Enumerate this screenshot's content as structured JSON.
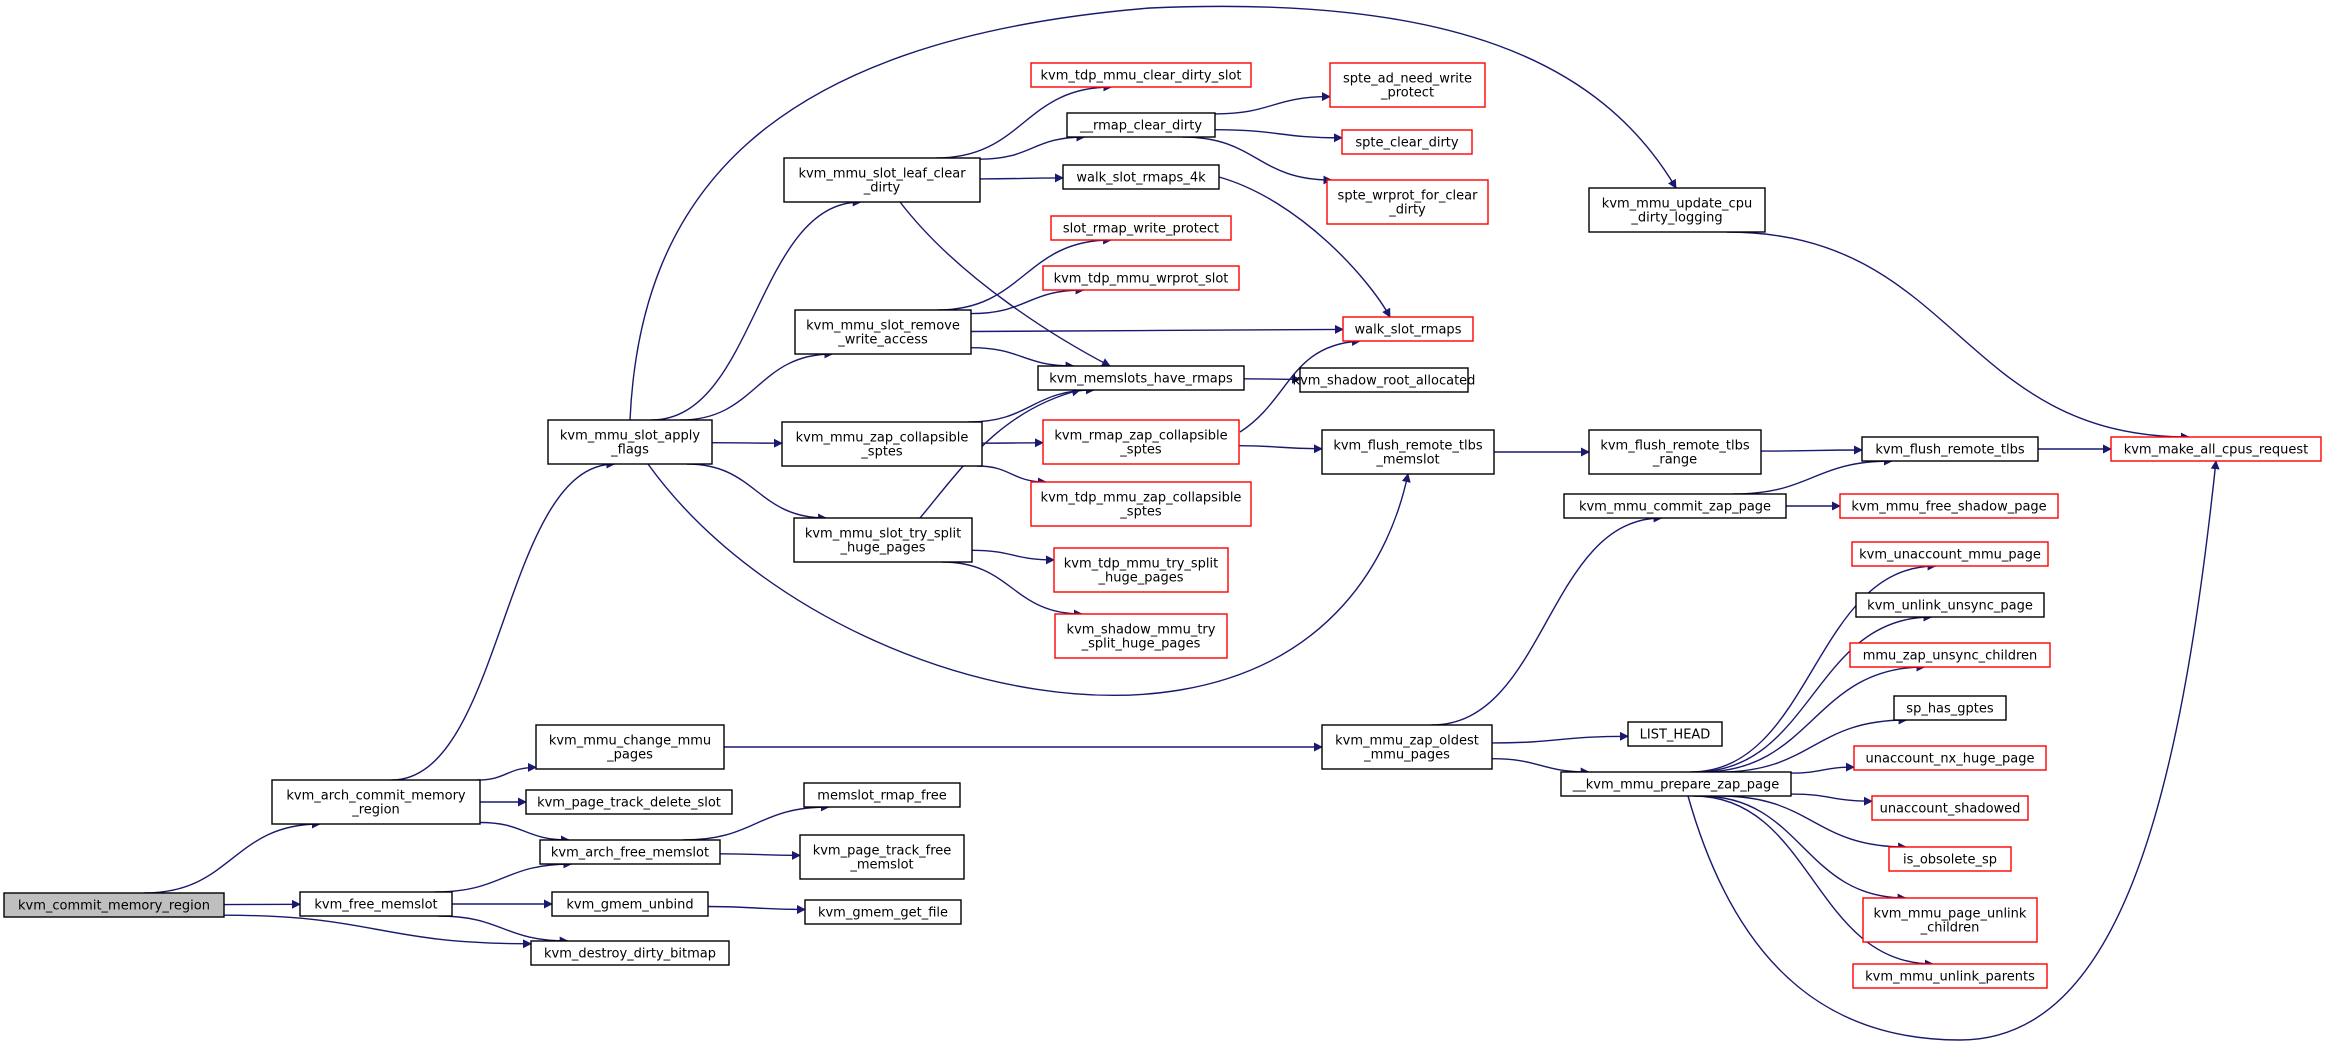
{
  "colors": {
    "edge": "#191970",
    "box_documented": "#000000",
    "box_undocumented": "#ff0000",
    "box_root_fill": "#bfbfbf",
    "background": "#ffffff"
  },
  "nodes": [
    {
      "id": "n_commit_mem_region",
      "lines": [
        "kvm_commit_memory_region"
      ],
      "style": "root"
    },
    {
      "id": "n_arch_commit",
      "lines": [
        "kvm_arch_commit_memory",
        "_region"
      ],
      "style": "black"
    },
    {
      "id": "n_free_memslot",
      "lines": [
        "kvm_free_memslot"
      ],
      "style": "black"
    },
    {
      "id": "n_slot_apply_flags",
      "lines": [
        "kvm_mmu_slot_apply",
        "_flags"
      ],
      "style": "black"
    },
    {
      "id": "n_change_mmu_pages",
      "lines": [
        "kvm_mmu_change_mmu",
        "_pages"
      ],
      "style": "black"
    },
    {
      "id": "n_page_track_delete_slot",
      "lines": [
        "kvm_page_track_delete_slot"
      ],
      "style": "black"
    },
    {
      "id": "n_arch_free_memslot",
      "lines": [
        "kvm_arch_free_memslot"
      ],
      "style": "black"
    },
    {
      "id": "n_gmem_unbind",
      "lines": [
        "kvm_gmem_unbind"
      ],
      "style": "black"
    },
    {
      "id": "n_destroy_dirty_bitmap",
      "lines": [
        "kvm_destroy_dirty_bitmap"
      ],
      "style": "black"
    },
    {
      "id": "n_slot_leaf_clear_dirty",
      "lines": [
        "kvm_mmu_slot_leaf_clear",
        "_dirty"
      ],
      "style": "black"
    },
    {
      "id": "n_slot_remove_write_access",
      "lines": [
        "kvm_mmu_slot_remove",
        "_write_access"
      ],
      "style": "black"
    },
    {
      "id": "n_zap_collapsible_sptes",
      "lines": [
        "kvm_mmu_zap_collapsible",
        "_sptes"
      ],
      "style": "black"
    },
    {
      "id": "n_slot_try_split",
      "lines": [
        "kvm_mmu_slot_try_split",
        "_huge_pages"
      ],
      "style": "black"
    },
    {
      "id": "n_memslot_rmap_free",
      "lines": [
        "memslot_rmap_free"
      ],
      "style": "black"
    },
    {
      "id": "n_page_track_free_memslot",
      "lines": [
        "kvm_page_track_free",
        "_memslot"
      ],
      "style": "black"
    },
    {
      "id": "n_gmem_get_file",
      "lines": [
        "kvm_gmem_get_file"
      ],
      "style": "black"
    },
    {
      "id": "n_tdp_clear_dirty_slot",
      "lines": [
        "kvm_tdp_mmu_clear_dirty_slot"
      ],
      "style": "red"
    },
    {
      "id": "n_rmap_clear_dirty",
      "lines": [
        "__rmap_clear_dirty"
      ],
      "style": "black"
    },
    {
      "id": "n_walk_slot_rmaps_4k",
      "lines": [
        "walk_slot_rmaps_4k"
      ],
      "style": "black"
    },
    {
      "id": "n_slot_rmap_write_protect",
      "lines": [
        "slot_rmap_write_protect"
      ],
      "style": "red"
    },
    {
      "id": "n_tdp_wrprot_slot",
      "lines": [
        "kvm_tdp_mmu_wrprot_slot"
      ],
      "style": "red"
    },
    {
      "id": "n_memslots_have_rmaps",
      "lines": [
        "kvm_memslots_have_rmaps"
      ],
      "style": "black"
    },
    {
      "id": "n_rmap_zap_collapsible",
      "lines": [
        "kvm_rmap_zap_collapsible",
        "_sptes"
      ],
      "style": "red"
    },
    {
      "id": "n_tdp_zap_collapsible",
      "lines": [
        "kvm_tdp_mmu_zap_collapsible",
        "_sptes"
      ],
      "style": "red"
    },
    {
      "id": "n_tdp_try_split",
      "lines": [
        "kvm_tdp_mmu_try_split",
        "_huge_pages"
      ],
      "style": "red"
    },
    {
      "id": "n_shadow_try_split",
      "lines": [
        "kvm_shadow_mmu_try",
        "_split_huge_pages"
      ],
      "style": "red"
    },
    {
      "id": "n_spte_ad_need_write_protect",
      "lines": [
        "spte_ad_need_write",
        "_protect"
      ],
      "style": "red"
    },
    {
      "id": "n_spte_clear_dirty",
      "lines": [
        "spte_clear_dirty"
      ],
      "style": "red"
    },
    {
      "id": "n_spte_wrprot_for_clear_dirty",
      "lines": [
        "spte_wrprot_for_clear",
        "_dirty"
      ],
      "style": "red"
    },
    {
      "id": "n_walk_slot_rmaps",
      "lines": [
        "walk_slot_rmaps"
      ],
      "style": "red"
    },
    {
      "id": "n_shadow_root_allocated",
      "lines": [
        "kvm_shadow_root_allocated"
      ],
      "style": "black"
    },
    {
      "id": "n_flush_tlbs_memslot",
      "lines": [
        "kvm_flush_remote_tlbs",
        "_memslot"
      ],
      "style": "black"
    },
    {
      "id": "n_zap_oldest_mmu_pages",
      "lines": [
        "kvm_mmu_zap_oldest",
        "_mmu_pages"
      ],
      "style": "black"
    },
    {
      "id": "n_update_cpu_dirty_logging",
      "lines": [
        "kvm_mmu_update_cpu",
        "_dirty_logging"
      ],
      "style": "black"
    },
    {
      "id": "n_flush_tlbs_range",
      "lines": [
        "kvm_flush_remote_tlbs",
        "_range"
      ],
      "style": "black"
    },
    {
      "id": "n_commit_zap_page",
      "lines": [
        "kvm_mmu_commit_zap_page"
      ],
      "style": "black"
    },
    {
      "id": "n_list_head",
      "lines": [
        "LIST_HEAD"
      ],
      "style": "black"
    },
    {
      "id": "n_prepare_zap_page",
      "lines": [
        "__kvm_mmu_prepare_zap_page"
      ],
      "style": "black"
    },
    {
      "id": "n_flush_remote_tlbs",
      "lines": [
        "kvm_flush_remote_tlbs"
      ],
      "style": "black"
    },
    {
      "id": "n_free_shadow_page",
      "lines": [
        "kvm_mmu_free_shadow_page"
      ],
      "style": "red"
    },
    {
      "id": "n_unaccount_mmu_page",
      "lines": [
        "kvm_unaccount_mmu_page"
      ],
      "style": "red"
    },
    {
      "id": "n_unlink_unsync_page",
      "lines": [
        "kvm_unlink_unsync_page"
      ],
      "style": "black"
    },
    {
      "id": "n_mmu_zap_unsync_children",
      "lines": [
        "mmu_zap_unsync_children"
      ],
      "style": "red"
    },
    {
      "id": "n_sp_has_gptes",
      "lines": [
        "sp_has_gptes"
      ],
      "style": "black"
    },
    {
      "id": "n_unaccount_nx_huge_page",
      "lines": [
        "unaccount_nx_huge_page"
      ],
      "style": "red"
    },
    {
      "id": "n_unaccount_shadowed",
      "lines": [
        "unaccount_shadowed"
      ],
      "style": "red"
    },
    {
      "id": "n_is_obsolete_sp",
      "lines": [
        "is_obsolete_sp"
      ],
      "style": "red"
    },
    {
      "id": "n_page_unlink_children",
      "lines": [
        "kvm_mmu_page_unlink",
        "_children"
      ],
      "style": "red"
    },
    {
      "id": "n_unlink_parents",
      "lines": [
        "kvm_mmu_unlink_parents"
      ],
      "style": "red"
    },
    {
      "id": "n_make_all_cpus_request",
      "lines": [
        "kvm_make_all_cpus_request"
      ],
      "style": "red"
    }
  ],
  "edges": [
    [
      "n_commit_mem_region",
      "n_arch_commit"
    ],
    [
      "n_commit_mem_region",
      "n_free_memslot"
    ],
    [
      "n_commit_mem_region",
      "n_destroy_dirty_bitmap"
    ],
    [
      "n_arch_commit",
      "n_slot_apply_flags"
    ],
    [
      "n_arch_commit",
      "n_change_mmu_pages"
    ],
    [
      "n_arch_commit",
      "n_page_track_delete_slot"
    ],
    [
      "n_arch_commit",
      "n_arch_free_memslot"
    ],
    [
      "n_free_memslot",
      "n_arch_free_memslot"
    ],
    [
      "n_free_memslot",
      "n_gmem_unbind"
    ],
    [
      "n_free_memslot",
      "n_destroy_dirty_bitmap"
    ],
    [
      "n_arch_free_memslot",
      "n_memslot_rmap_free"
    ],
    [
      "n_arch_free_memslot",
      "n_page_track_free_memslot"
    ],
    [
      "n_gmem_unbind",
      "n_gmem_get_file"
    ],
    [
      "n_change_mmu_pages",
      "n_zap_oldest_mmu_pages"
    ],
    [
      "n_slot_apply_flags",
      "n_slot_leaf_clear_dirty"
    ],
    [
      "n_slot_apply_flags",
      "n_slot_remove_write_access"
    ],
    [
      "n_slot_apply_flags",
      "n_zap_collapsible_sptes"
    ],
    [
      "n_slot_apply_flags",
      "n_slot_try_split"
    ],
    [
      "n_slot_apply_flags",
      "n_update_cpu_dirty_logging"
    ],
    [
      "n_slot_apply_flags",
      "n_flush_tlbs_memslot"
    ],
    [
      "n_slot_leaf_clear_dirty",
      "n_tdp_clear_dirty_slot"
    ],
    [
      "n_slot_leaf_clear_dirty",
      "n_rmap_clear_dirty"
    ],
    [
      "n_slot_leaf_clear_dirty",
      "n_walk_slot_rmaps_4k"
    ],
    [
      "n_slot_leaf_clear_dirty",
      "n_memslots_have_rmaps"
    ],
    [
      "n_rmap_clear_dirty",
      "n_spte_ad_need_write_protect"
    ],
    [
      "n_rmap_clear_dirty",
      "n_spte_clear_dirty"
    ],
    [
      "n_rmap_clear_dirty",
      "n_spte_wrprot_for_clear_dirty"
    ],
    [
      "n_walk_slot_rmaps_4k",
      "n_walk_slot_rmaps"
    ],
    [
      "n_slot_remove_write_access",
      "n_slot_rmap_write_protect"
    ],
    [
      "n_slot_remove_write_access",
      "n_tdp_wrprot_slot"
    ],
    [
      "n_slot_remove_write_access",
      "n_walk_slot_rmaps"
    ],
    [
      "n_slot_remove_write_access",
      "n_memslots_have_rmaps"
    ],
    [
      "n_zap_collapsible_sptes",
      "n_memslots_have_rmaps"
    ],
    [
      "n_zap_collapsible_sptes",
      "n_rmap_zap_collapsible"
    ],
    [
      "n_zap_collapsible_sptes",
      "n_tdp_zap_collapsible"
    ],
    [
      "n_slot_try_split",
      "n_memslots_have_rmaps"
    ],
    [
      "n_slot_try_split",
      "n_tdp_try_split"
    ],
    [
      "n_slot_try_split",
      "n_shadow_try_split"
    ],
    [
      "n_memslots_have_rmaps",
      "n_shadow_root_allocated"
    ],
    [
      "n_rmap_zap_collapsible",
      "n_walk_slot_rmaps"
    ],
    [
      "n_rmap_zap_collapsible",
      "n_flush_tlbs_memslot"
    ],
    [
      "n_flush_tlbs_memslot",
      "n_flush_tlbs_range"
    ],
    [
      "n_flush_tlbs_range",
      "n_flush_remote_tlbs"
    ],
    [
      "n_flush_remote_tlbs",
      "n_make_all_cpus_request"
    ],
    [
      "n_update_cpu_dirty_logging",
      "n_make_all_cpus_request"
    ],
    [
      "n_zap_oldest_mmu_pages",
      "n_commit_zap_page"
    ],
    [
      "n_zap_oldest_mmu_pages",
      "n_list_head"
    ],
    [
      "n_zap_oldest_mmu_pages",
      "n_prepare_zap_page"
    ],
    [
      "n_commit_zap_page",
      "n_flush_remote_tlbs"
    ],
    [
      "n_commit_zap_page",
      "n_free_shadow_page"
    ],
    [
      "n_prepare_zap_page",
      "n_unaccount_mmu_page"
    ],
    [
      "n_prepare_zap_page",
      "n_unlink_unsync_page"
    ],
    [
      "n_prepare_zap_page",
      "n_mmu_zap_unsync_children"
    ],
    [
      "n_prepare_zap_page",
      "n_sp_has_gptes"
    ],
    [
      "n_prepare_zap_page",
      "n_unaccount_nx_huge_page"
    ],
    [
      "n_prepare_zap_page",
      "n_unaccount_shadowed"
    ],
    [
      "n_prepare_zap_page",
      "n_is_obsolete_sp"
    ],
    [
      "n_prepare_zap_page",
      "n_page_unlink_children"
    ],
    [
      "n_prepare_zap_page",
      "n_unlink_parents"
    ],
    [
      "n_prepare_zap_page",
      "n_make_all_cpus_request"
    ]
  ]
}
